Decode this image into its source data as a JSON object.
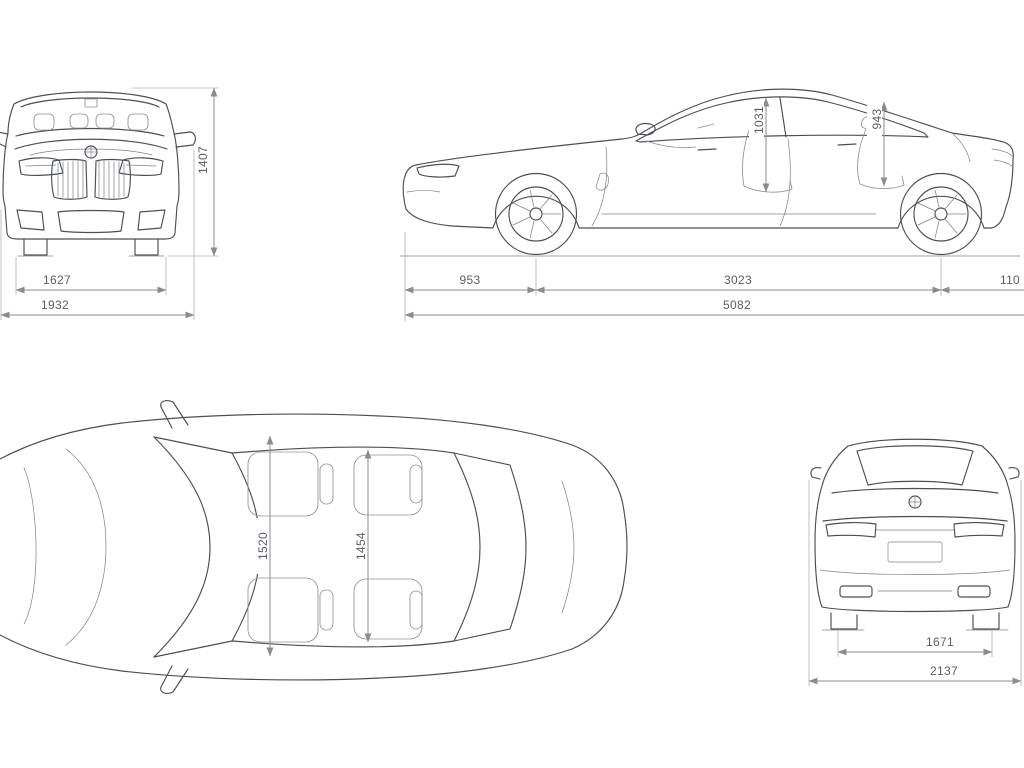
{
  "colors": {
    "background": "#ffffff",
    "car_line": "#4b4f54",
    "dim_line": "#8a8d90",
    "dim_text": "#5a5e63"
  },
  "front_view": {
    "height": "1407",
    "track": "1627",
    "width": "1932"
  },
  "side_view": {
    "headroom_front": "1031",
    "headroom_rear": "943",
    "overhang_front": "953",
    "wheelbase": "3023",
    "overhang_rear": "110",
    "length": "5082"
  },
  "top_view": {
    "interior_width_front": "1520",
    "interior_width_rear": "1454"
  },
  "rear_view": {
    "track": "1671",
    "width": "2137"
  }
}
